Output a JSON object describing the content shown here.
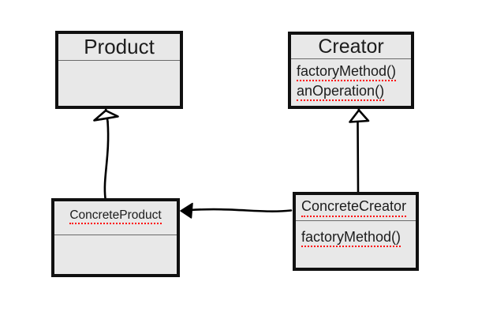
{
  "colors": {
    "background": "#ffffff",
    "box_fill": "#e8e8e8",
    "box_border": "#101010",
    "divider": "#6a6a6a",
    "text": "#1c1c1c",
    "squiggle": "#ff0000",
    "arrow": "#000000"
  },
  "diagram": {
    "classes": [
      {
        "name": "Product",
        "methods": []
      },
      {
        "name": "Creator",
        "methods": [
          "factoryMethod()",
          "anOperation()"
        ]
      },
      {
        "name": "ConcreteProduct",
        "methods": []
      },
      {
        "name": "ConcreteCreator",
        "methods": [
          "factoryMethod()"
        ]
      }
    ],
    "relations": [
      {
        "from": "ConcreteProduct",
        "to": "Product",
        "type": "generalization",
        "arrowhead": "hollow-triangle"
      },
      {
        "from": "ConcreteCreator",
        "to": "Creator",
        "type": "generalization",
        "arrowhead": "hollow-triangle"
      },
      {
        "from": "ConcreteCreator",
        "to": "ConcreteProduct",
        "type": "association",
        "arrowhead": "filled-triangle"
      }
    ]
  }
}
